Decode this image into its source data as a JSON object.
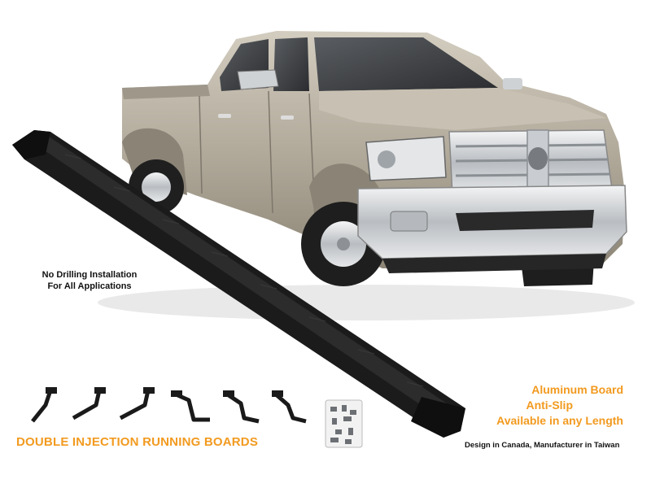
{
  "install_note": {
    "line1": "No Drilling Installation",
    "line2": "For All Applications"
  },
  "features": {
    "item1": "Aluminum Board",
    "item2": "Anti-Slip",
    "item3": "Available in any Length"
  },
  "product_title": "DOUBLE INJECTION RUNNING BOARDS",
  "origin_note": "Design in Canada, Manufacturer in Taiwan",
  "colors": {
    "accent": "#f29a1f",
    "truck_body": "#b3ab9c",
    "board": "#1b1b1b",
    "chrome": "#d6d9dc"
  },
  "hardware": {
    "bracket_count": 6
  }
}
